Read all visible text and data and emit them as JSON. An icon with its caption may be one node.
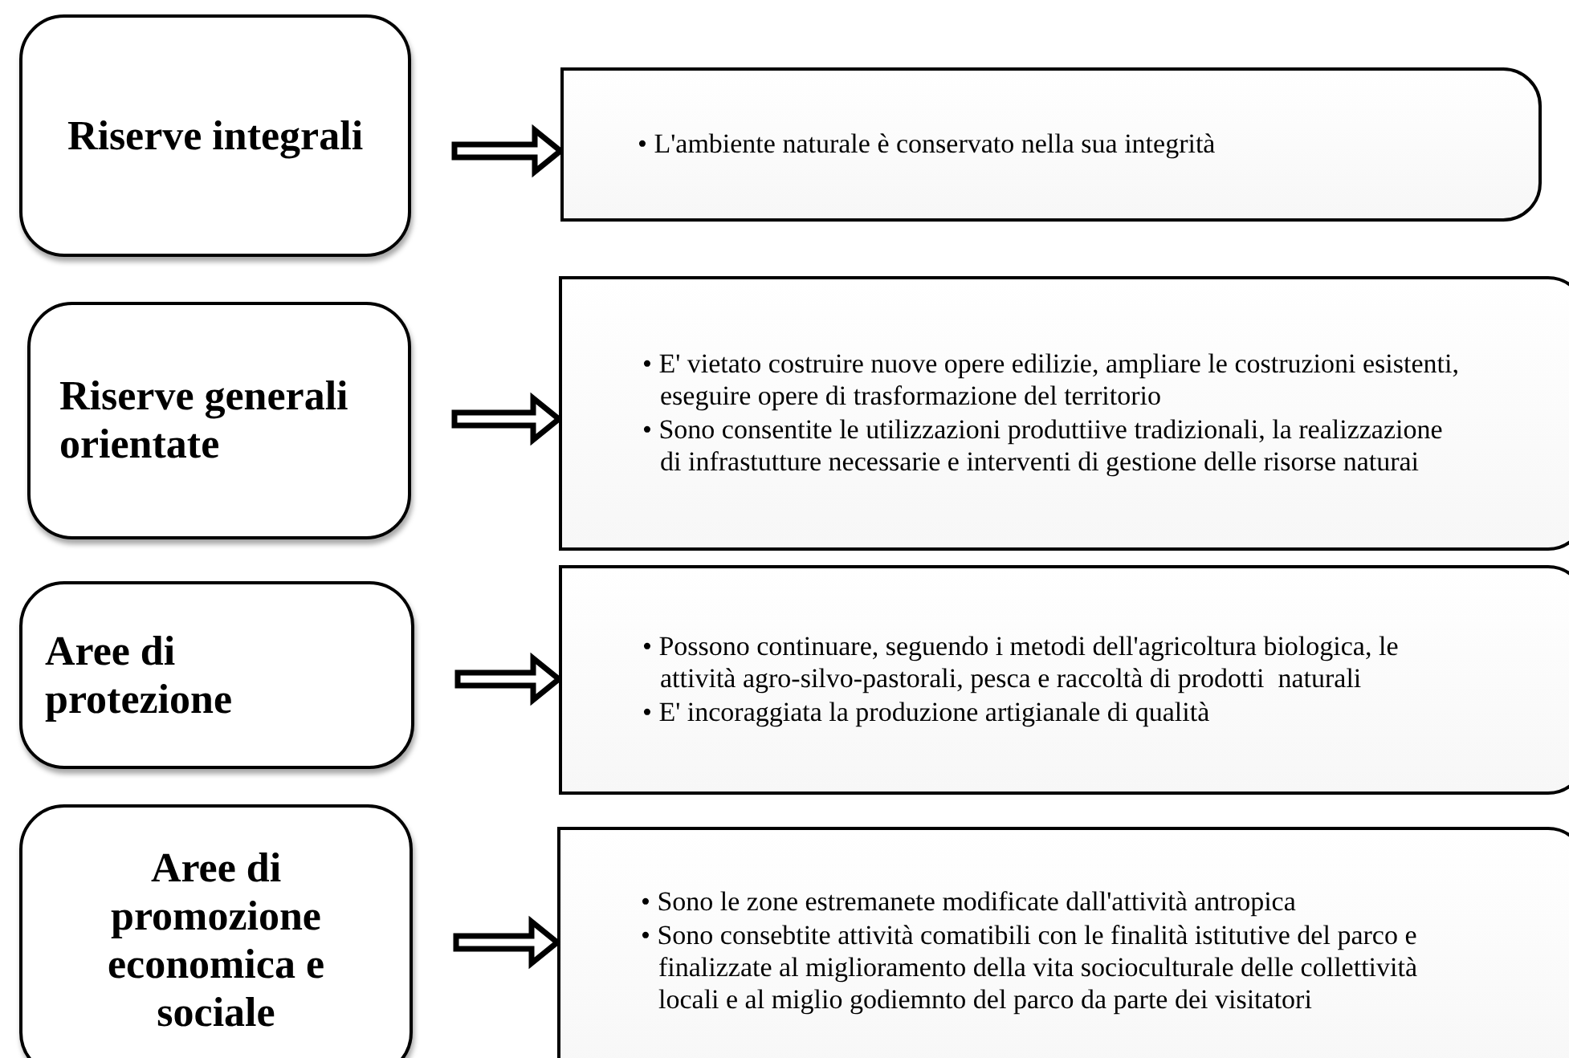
{
  "diagram": {
    "nodes": [
      {
        "text": [
          "Riserve integrali"
        ]
      },
      {
        "text": [
          "• L'ambiente naturale è conservato nella sua integrità"
        ]
      },
      {
        "text": [
          "Riserve generali orientate"
        ]
      },
      {
        "text": [
          "• E' vietato costruire nuove opere edilizie, ampliare le costruzioni esistenti, eseguire opere di trasformazione del territorio",
          "• Sono consentite le utilizzazioni produttiive tradizionali, la realizzazione di infrastutture necessarie e interventi di gestione delle risorse naturai"
        ]
      },
      {
        "text": [
          "Aree di protezione"
        ]
      },
      {
        "text": [
          "• Possono continuare, seguendo i metodi dell'agricoltura biologica, le attività agro-silvo-pastorali, pesca e raccoltà di prodotti  naturali",
          "• E' incoraggiata la produzione artigianale di qualità"
        ]
      },
      {
        "text": [
          "Aree di promozione economica e sociale"
        ]
      },
      {
        "text": [
          "• Sono le zone estremanete modificate dall'attività antropica",
          "• Sono consebtite attività comatibili con le finalità istitutive del parco e finalizzate al miglioramento della vita socioculturale delle collettività locali e al miglio godiemnto del parco da parte dei visitatori"
        ]
      }
    ],
    "edges": [
      {
        "from": 0,
        "to": 1,
        "arrow": "to"
      },
      {
        "from": 2,
        "to": 3,
        "arrow": "to"
      },
      {
        "from": 4,
        "to": 5,
        "arrow": "to"
      },
      {
        "from": 6,
        "to": 7,
        "arrow": "to"
      }
    ]
  }
}
